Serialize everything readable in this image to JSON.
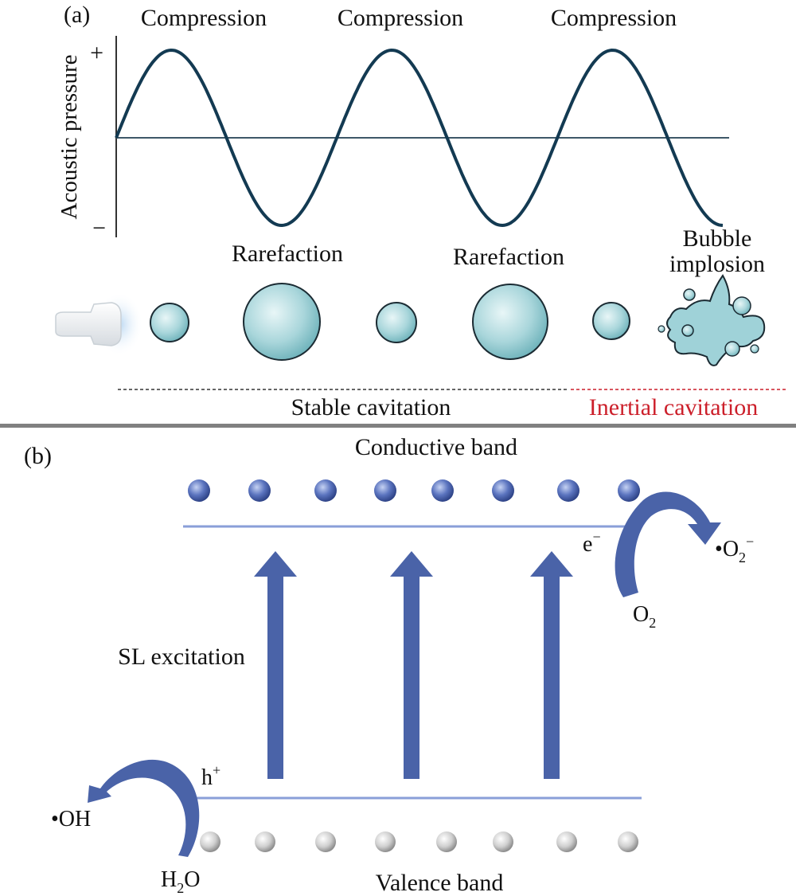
{
  "panel_a": {
    "label": "(a)",
    "y_axis_label": "Acoustic pressure",
    "y_axis_plus": "+",
    "y_axis_minus": "−",
    "compression_labels": [
      "Compression",
      "Compression",
      "Compression"
    ],
    "rarefaction_labels": [
      "Rarefaction",
      "Rarefaction"
    ],
    "bubble_implosion": [
      "Bubble",
      "implosion"
    ],
    "stable_cavitation": "Stable cavitation",
    "inertial_cavitation": "Inertial cavitation",
    "wave_cycles": 2.75,
    "colors": {
      "wave": "#133a52",
      "bubble_fill": "#9fd2d8",
      "bubble_stroke": "#1b2b33",
      "inertial": "#cc1f2a"
    }
  },
  "panel_b": {
    "label": "(b)",
    "conductive_band": "Conductive band",
    "valence_band": "Valence band",
    "sl_excitation": "SL excitation",
    "electron": {
      "base": "e",
      "sup": "−"
    },
    "hole": {
      "base": "h",
      "sup": "+"
    },
    "o2": {
      "base": "O",
      "sub": "2"
    },
    "superoxide": {
      "dot": "•",
      "base": "O",
      "sub": "2",
      "sup": "−"
    },
    "hydroxyl": "•OH",
    "water": {
      "pre": "H",
      "sub": "2",
      "post": "O"
    },
    "conduction_electron_count": 8,
    "valence_hole_count": 8,
    "colors": {
      "arrow": "#4a63a8",
      "band_line": "#8a9fd8",
      "electron": "#4b63b0",
      "hole": "#bdbdbd"
    }
  }
}
